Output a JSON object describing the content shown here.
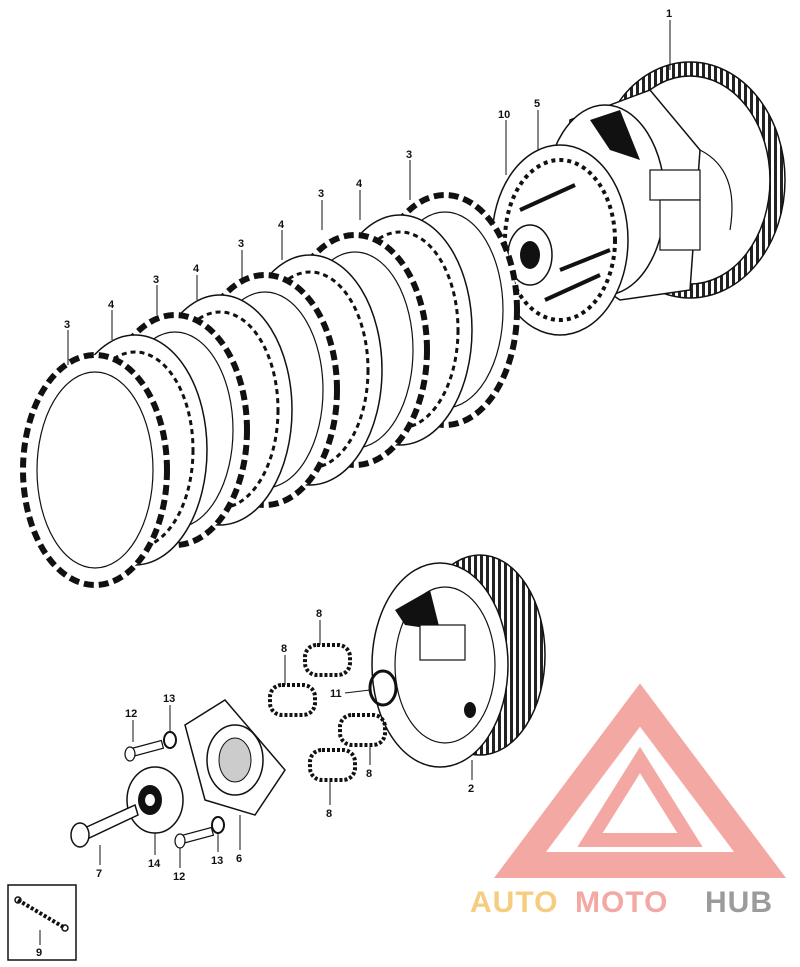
{
  "diagram": {
    "callouts": {
      "p1": "1",
      "p2": "2",
      "p3a": "3",
      "p3b": "3",
      "p3c": "3",
      "p3d": "3",
      "p3e": "3",
      "p4a": "4",
      "p4b": "4",
      "p4c": "4",
      "p4d": "4",
      "p5": "5",
      "p6": "6",
      "p7": "7",
      "p8a": "8",
      "p8b": "8",
      "p8c": "8",
      "p8d": "8",
      "p9": "9",
      "p10": "10",
      "p11": "11",
      "p12a": "12",
      "p12b": "12",
      "p13a": "13",
      "p13b": "13",
      "p14": "14"
    }
  },
  "watermark": {
    "part1": "AUTO",
    "part2": "MOTO",
    "part3": "HUB",
    "color_part1": "#f5c46a",
    "color_part2": "#f29a93",
    "color_part3": "#8a8a8a",
    "logo_color": "#f29a93"
  }
}
